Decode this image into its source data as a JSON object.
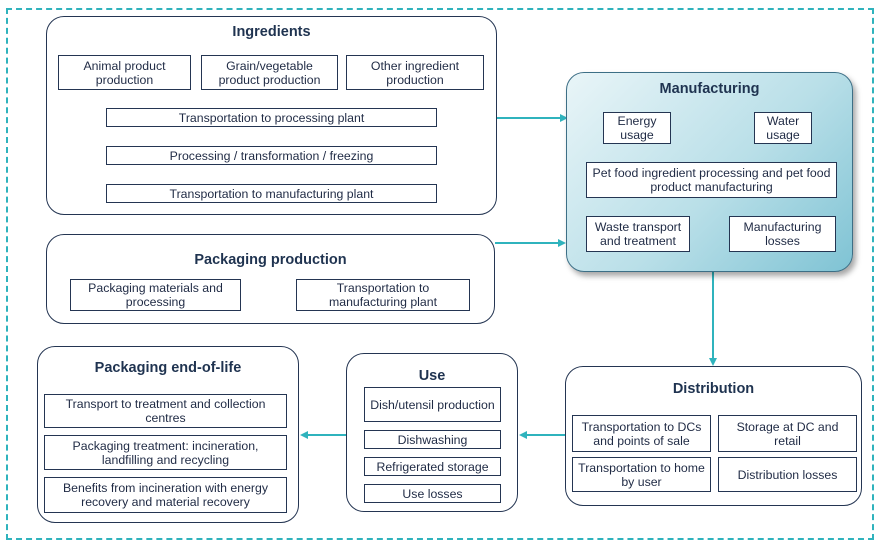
{
  "colors": {
    "frame": "#2fb3bd",
    "connector": "#2fb3bd",
    "box_border": "#243552",
    "manufacturing_fill": "#b9dfe8"
  },
  "ingredients": {
    "title": "Ingredients",
    "animal": "Animal product  production",
    "grain": "Grain/vegetable product production",
    "other": "Other ingredient production",
    "transport_processing": "Transportation to processing plant",
    "processing": "Processing / transformation / freezing",
    "transport_manufacturing": "Transportation to manufacturing plant"
  },
  "manufacturing": {
    "title": "Manufacturing",
    "energy": "Energy usage",
    "water": "Water usage",
    "processing": "Pet food ingredient processing and pet food product manufacturing",
    "waste": "Waste transport and treatment",
    "losses": "Manufacturing losses"
  },
  "packaging_production": {
    "title": "Packaging production",
    "materials": "Packaging materials and processing",
    "transport": "Transportation to manufacturing plant"
  },
  "distribution": {
    "title": "Distribution",
    "transport_dcs": "Transportation to DCs and points of sale",
    "storage": "Storage at DC and retail",
    "transport_home": "Transportation to home by user",
    "losses": "Distribution losses"
  },
  "use": {
    "title": "Use",
    "dish": "Dish/utensil production",
    "dishwashing": "Dishwashing",
    "refrigerated": "Refrigerated storage",
    "losses": "Use losses"
  },
  "packaging_eol": {
    "title": "Packaging end-of-life",
    "transport": "Transport to treatment and collection centres",
    "treatment": "Packaging treatment: incineration, landfilling and recycling",
    "benefits": "Benefits from incineration with energy recovery and material recovery"
  }
}
